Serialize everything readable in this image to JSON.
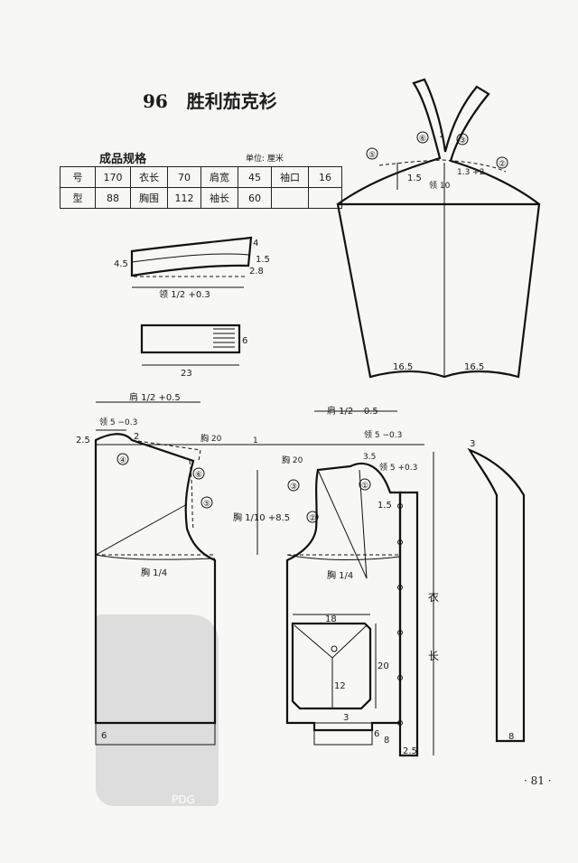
{
  "title": {
    "number": "96",
    "name": "胜利茄克衫"
  },
  "spec": {
    "heading": "成品规格",
    "unit": "单位: 厘米",
    "rows": [
      [
        "号",
        "170",
        "衣长",
        "70",
        "肩宽",
        "45",
        "袖口",
        "16"
      ],
      [
        "型",
        "88",
        "胸围",
        "112",
        "袖长",
        "60",
        "",
        ""
      ]
    ]
  },
  "collar": {
    "left": "4.5",
    "right_top": "4",
    "right_mid": "1.5",
    "right_low": "2.8",
    "bottom": "领 1/2 +0.3"
  },
  "band": {
    "width": "23",
    "height": "6"
  },
  "sleeve": {
    "labels": [
      "⑤",
      "⑥",
      "1",
      "③",
      "②"
    ],
    "left_dim": "1.5",
    "mid_dim": "领 10",
    "right_dim": "1.3 +2",
    "bottom_left": "16.5",
    "bottom_right": "16.5"
  },
  "back": {
    "top": "肩 1/2 +0.5",
    "neck": "领 5 −0.3",
    "shoulder_drop": "2.5",
    "neck_depth": "2",
    "chest_ref": "胸 20",
    "markers": [
      "④",
      "⑥",
      "⑤"
    ],
    "chest": "胸 1/4",
    "hem": "6"
  },
  "front": {
    "top": "肩 1/2 −0.5",
    "neck_w": "领 5 −0.3",
    "neck_d": "领 5 +0.3",
    "slope": "3.5",
    "chest_ref": "胸 20",
    "depth": "胸 1/10 +8.5",
    "markers": [
      "③",
      "②",
      "①"
    ],
    "side": "1.5",
    "chest": "胸 1/4",
    "pocket_w": "18",
    "pocket_h": "20",
    "pocket_flap": "12",
    "pocket_low": "3",
    "hem": "6",
    "hem_right": "8",
    "bottom": "2.5",
    "length_label_1": "衣",
    "length_label_2": "长",
    "ref1": "1"
  },
  "strip": {
    "top": "3",
    "bottom": "8"
  },
  "page": "· 81 ·",
  "watermark": "PDG"
}
